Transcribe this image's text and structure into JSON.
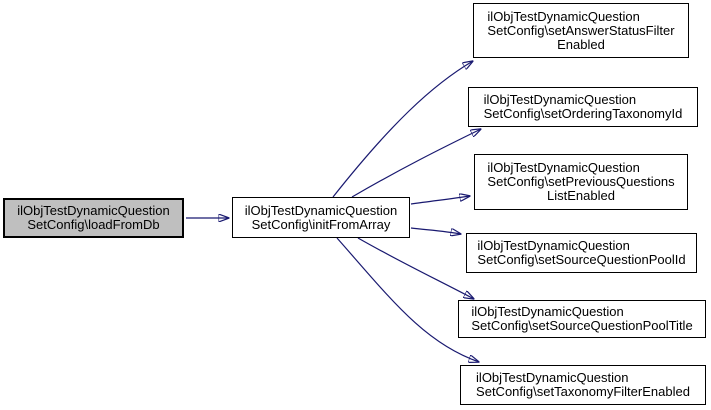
{
  "diagram": {
    "type": "call-graph",
    "background_color": "#ffffff",
    "edge_color": "#191970",
    "node_border_color": "#000000",
    "node_fill_color": "#ffffff",
    "highlighted_node_fill_color": "#bfbfbf",
    "nodes": [
      {
        "id": "loadFromDb",
        "lines": [
          "ilObjTestDynamicQuestion",
          "SetConfig\\loadFromDb"
        ],
        "highlighted": true
      },
      {
        "id": "initFromArray",
        "lines": [
          "ilObjTestDynamicQuestion",
          "SetConfig\\initFromArray"
        ],
        "highlighted": false
      },
      {
        "id": "setAnswerStatusFilterEnabled",
        "lines": [
          "ilObjTestDynamicQuestion",
          "SetConfig\\setAnswerStatusFilter",
          "Enabled"
        ],
        "highlighted": false
      },
      {
        "id": "setOrderingTaxonomyId",
        "lines": [
          "ilObjTestDynamicQuestion",
          "SetConfig\\setOrderingTaxonomyId"
        ],
        "highlighted": false
      },
      {
        "id": "setPreviousQuestionsListEnabled",
        "lines": [
          "ilObjTestDynamicQuestion",
          "SetConfig\\setPreviousQuestions",
          "ListEnabled"
        ],
        "highlighted": false
      },
      {
        "id": "setSourceQuestionPoolId",
        "lines": [
          "ilObjTestDynamicQuestion",
          "SetConfig\\setSourceQuestionPoolId"
        ],
        "highlighted": false
      },
      {
        "id": "setSourceQuestionPoolTitle",
        "lines": [
          "ilObjTestDynamicQuestion",
          "SetConfig\\setSourceQuestionPoolTitle"
        ],
        "highlighted": false
      },
      {
        "id": "setTaxonomyFilterEnabled",
        "lines": [
          "ilObjTestDynamicQuestion",
          "SetConfig\\setTaxonomyFilterEnabled"
        ],
        "highlighted": false
      }
    ],
    "edges": [
      {
        "from": "loadFromDb",
        "to": "initFromArray"
      },
      {
        "from": "initFromArray",
        "to": "setAnswerStatusFilterEnabled"
      },
      {
        "from": "initFromArray",
        "to": "setOrderingTaxonomyId"
      },
      {
        "from": "initFromArray",
        "to": "setPreviousQuestionsListEnabled"
      },
      {
        "from": "initFromArray",
        "to": "setSourceQuestionPoolId"
      },
      {
        "from": "initFromArray",
        "to": "setSourceQuestionPoolTitle"
      },
      {
        "from": "initFromArray",
        "to": "setTaxonomyFilterEnabled"
      }
    ]
  }
}
